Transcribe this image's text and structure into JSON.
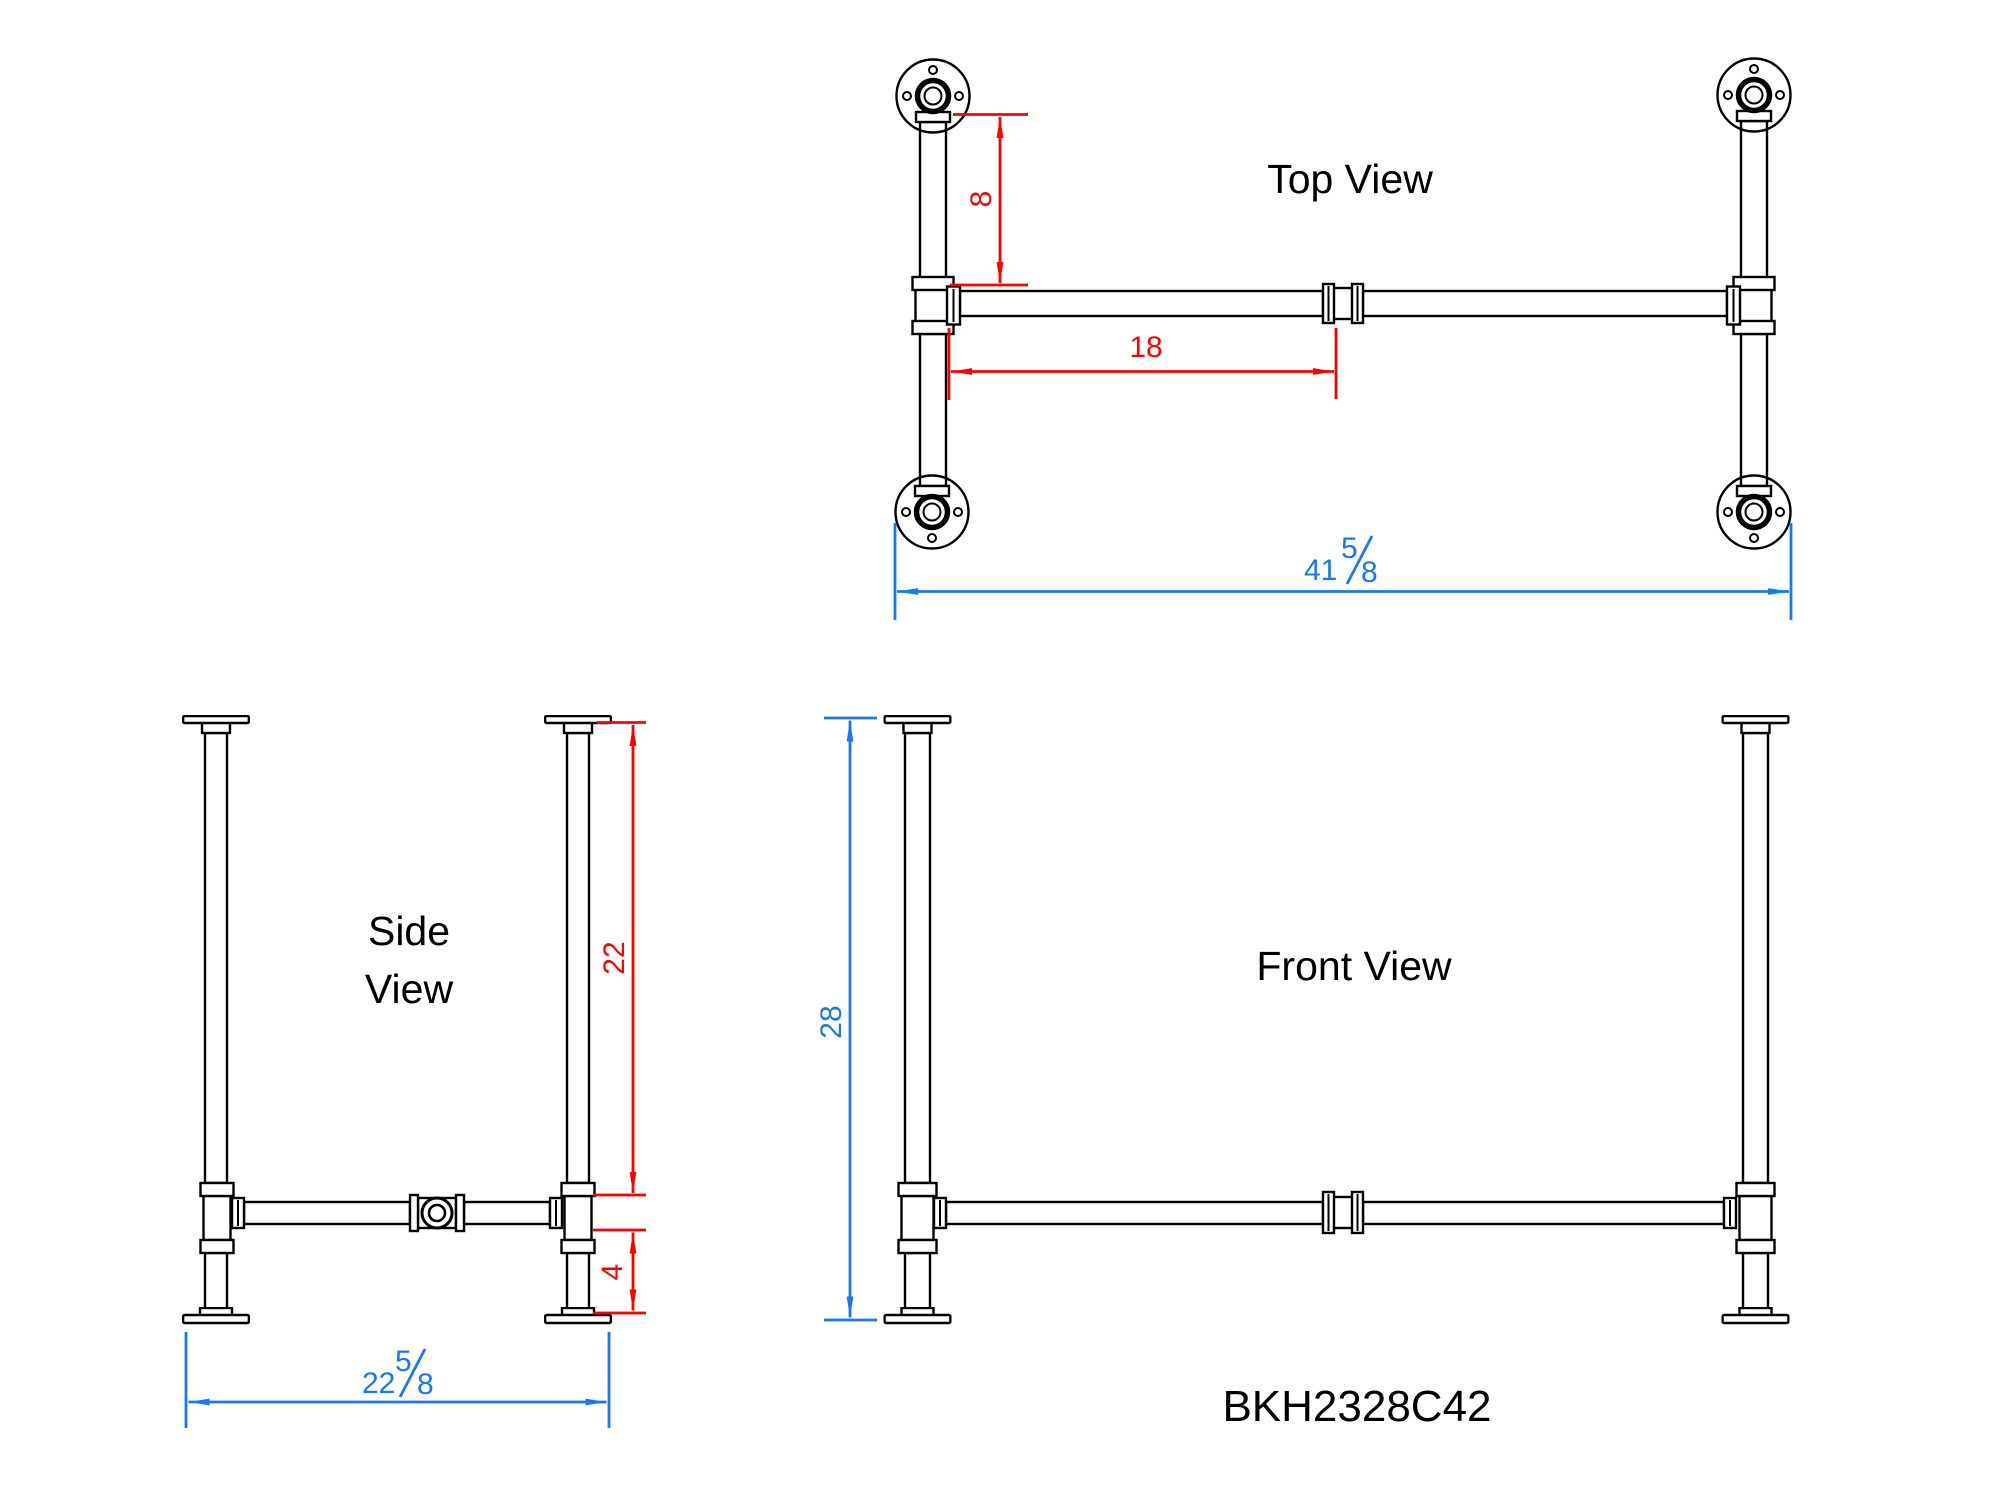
{
  "drawing": {
    "part_number": "BKH2328C42",
    "views": {
      "top": {
        "label": "Top View"
      },
      "side": {
        "label_line1": "Side",
        "label_line2": "View"
      },
      "front": {
        "label": "Front View"
      }
    },
    "dimensions": {
      "top": {
        "flange_to_rail": "8",
        "tee_to_coupling": "18",
        "overall_width": {
          "whole": "41",
          "numerator": "5",
          "denominator": "8"
        }
      },
      "side": {
        "flange_to_rail": "22",
        "rail_to_floor": "4",
        "overall_depth": {
          "whole": "22",
          "numerator": "5",
          "denominator": "8"
        }
      },
      "front": {
        "overall_height": "28"
      }
    },
    "colors": {
      "background": "#ffffff",
      "line_black": "#000000",
      "dimension_red": "#ff0000",
      "dimension_blue": "#1778f2"
    }
  }
}
